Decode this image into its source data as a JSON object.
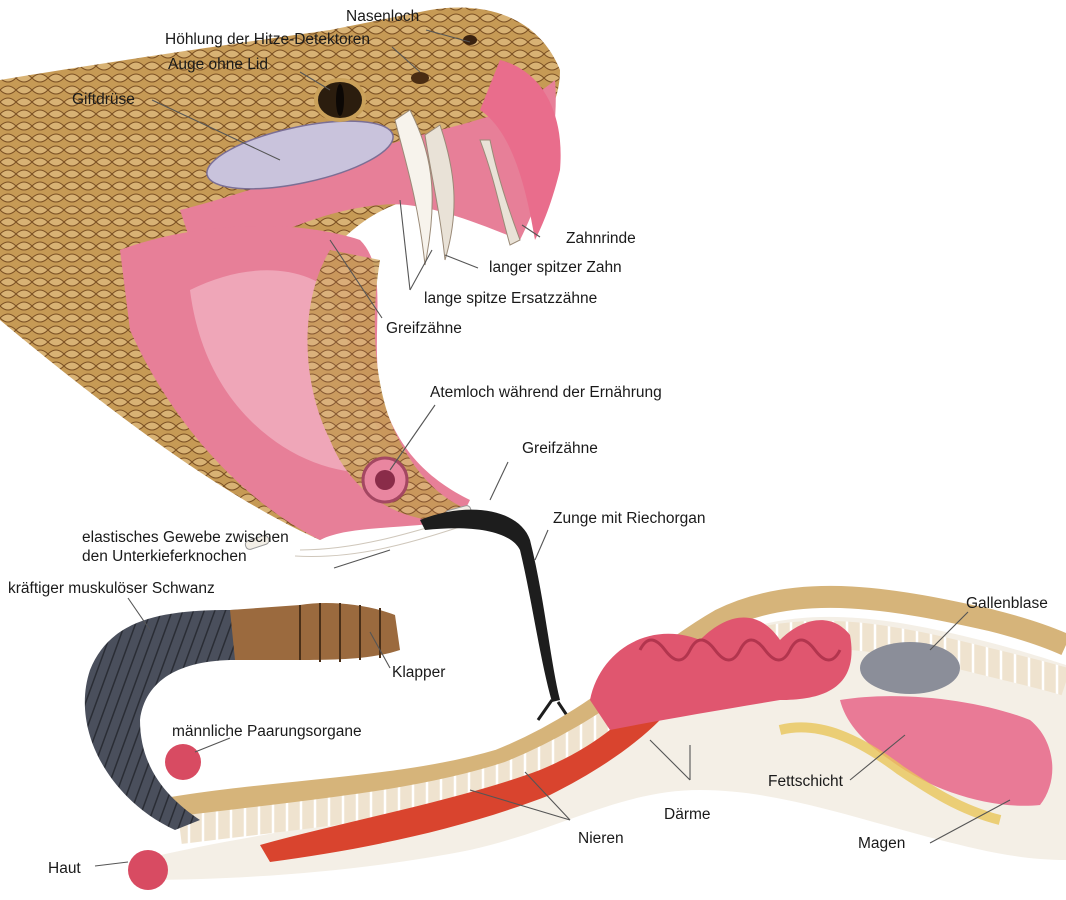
{
  "labels": {
    "nasenloch": "Nasenloch",
    "hitze": "Höhlung der Hitze-Detektoren",
    "auge": "Auge ohne Lid",
    "giftdruese": "Giftdrüse",
    "zahnrinde": "Zahnrinde",
    "langer_zahn": "langer spitzer Zahn",
    "ersatzzaehne": "lange spitze Ersatzzähne",
    "greifzaehne_oben": "Greifzähne",
    "atemloch": "Atemloch während der Ernährung",
    "greifzaehne_unten": "Greifzähne",
    "zunge": "Zunge mit Riechorgan",
    "gewebe_1": "elastisches Gewebe zwischen",
    "gewebe_2": "den Unterkieferknochen",
    "schwanz": "kräftiger muskulöser Schwanz",
    "gallenblase": "Gallenblase",
    "klapper": "Klapper",
    "paarungsorgane": "männliche Paarungsorgane",
    "fettschicht": "Fettschicht",
    "daerme": "Därme",
    "nieren": "Nieren",
    "magen": "Magen",
    "haut": "Haut"
  },
  "colors": {
    "scale_tan": "#c8a260",
    "scale_brown": "#8a5a28",
    "mouth_pink": "#e77f98",
    "mouth_light": "#f2b3c3",
    "gland": "#c9c3dc",
    "tongue": "#1d1d1d",
    "tail_gray": "#4a4f5c",
    "organ_red": "#d9442e",
    "intestine_pink": "#e0566f",
    "gall_gray": "#8b8e99",
    "rib_white": "#f4efe6"
  }
}
